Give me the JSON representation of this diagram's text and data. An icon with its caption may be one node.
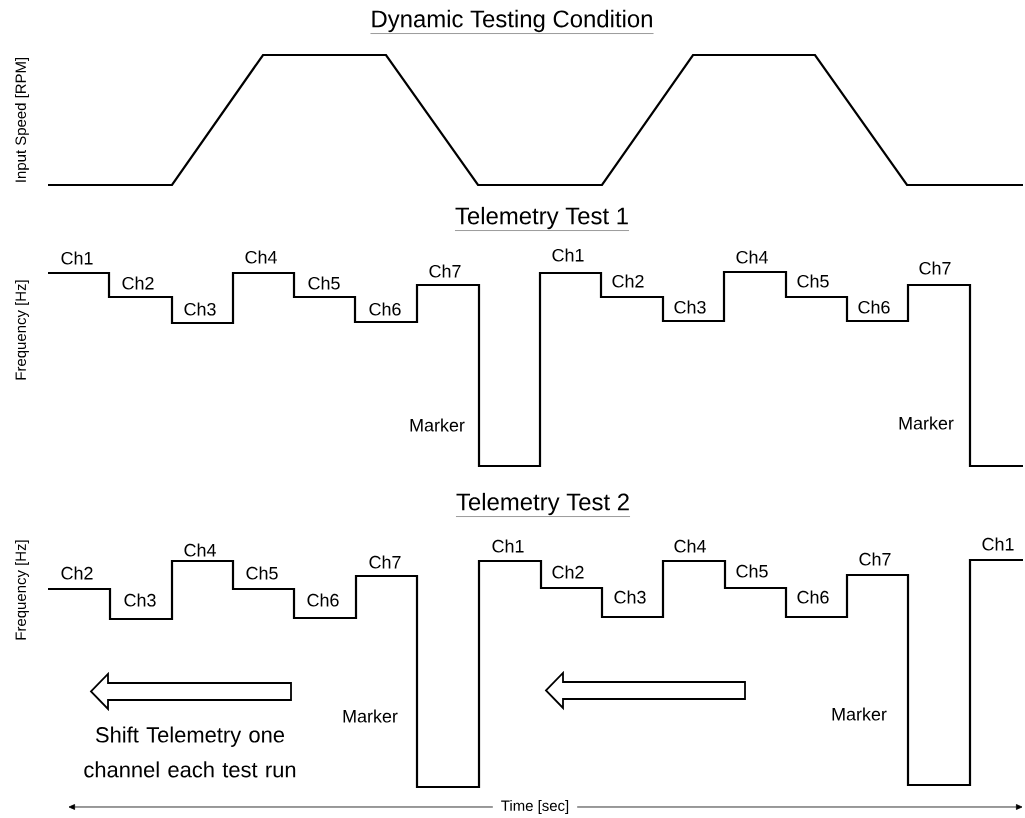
{
  "diagram": {
    "title": "Dynamic Testing Condition",
    "labels": [
      "Input Speed [RPM]",
      "Telemetry Test 1",
      "Frequency [Hz]",
      "Ch1",
      "Ch2",
      "Ch3",
      "Ch4",
      "Ch5",
      "Ch6",
      "Ch7",
      "Marker",
      "Ch1",
      "Ch2",
      "Ch3",
      "Ch4",
      "Ch5",
      "Ch6",
      "Ch7",
      "Marker",
      "Telemetry Test 2",
      "Frequency [Hz]",
      "Ch2",
      "Ch3",
      "Ch4",
      "Ch5",
      "Ch6",
      "Ch7",
      "Marker",
      "Ch1",
      "Ch2",
      "Ch3",
      "Ch4",
      "Ch5",
      "Ch6",
      "Ch7",
      "Marker",
      "Ch1",
      "Shift Telemetry one channel each test run",
      "Time [sec]"
    ]
  }
}
